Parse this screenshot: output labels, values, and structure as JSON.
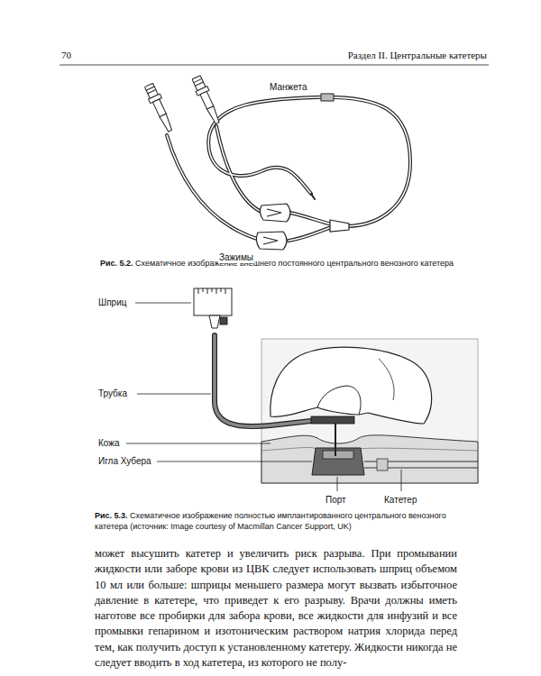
{
  "diagram": {
    "labels": [
      "70",
      "Раздел II. Центральные катетеры",
      "Манжета",
      "Зажимы",
      "Рис. 5.2.",
      "Схематичное изображение внешнего постоянного центрального венозного катетера",
      "Шприц",
      "Трубка",
      "Кожа",
      "Игла Хубера",
      "Порт",
      "Катетер",
      "Рис. 5.3.",
      "Схематичное изображение полностью имплантированного центрального венозного катетера (источник: Image courtesy of Macmillan Cancer Support, UK)",
      "может высушить катетер и увеличить риск разрыва. При промывании жидкости или заборе крови из ЦВК следует использовать шприц объемом 10 мл или больше: шприцы меньшего размера могут вызвать избыточное давление в катетере, что приведет к его разрыву. Врачи должны иметь наготове все пробирки для забора крови, все жидкости для инфузий и все промывки гепарином и изотоническим раствором натрия хлорида перед тем, как получить доступ к установленному катетеру. Жидкости никогда не следует вводить в ход катетера, из которого не полу-"
    ]
  }
}
